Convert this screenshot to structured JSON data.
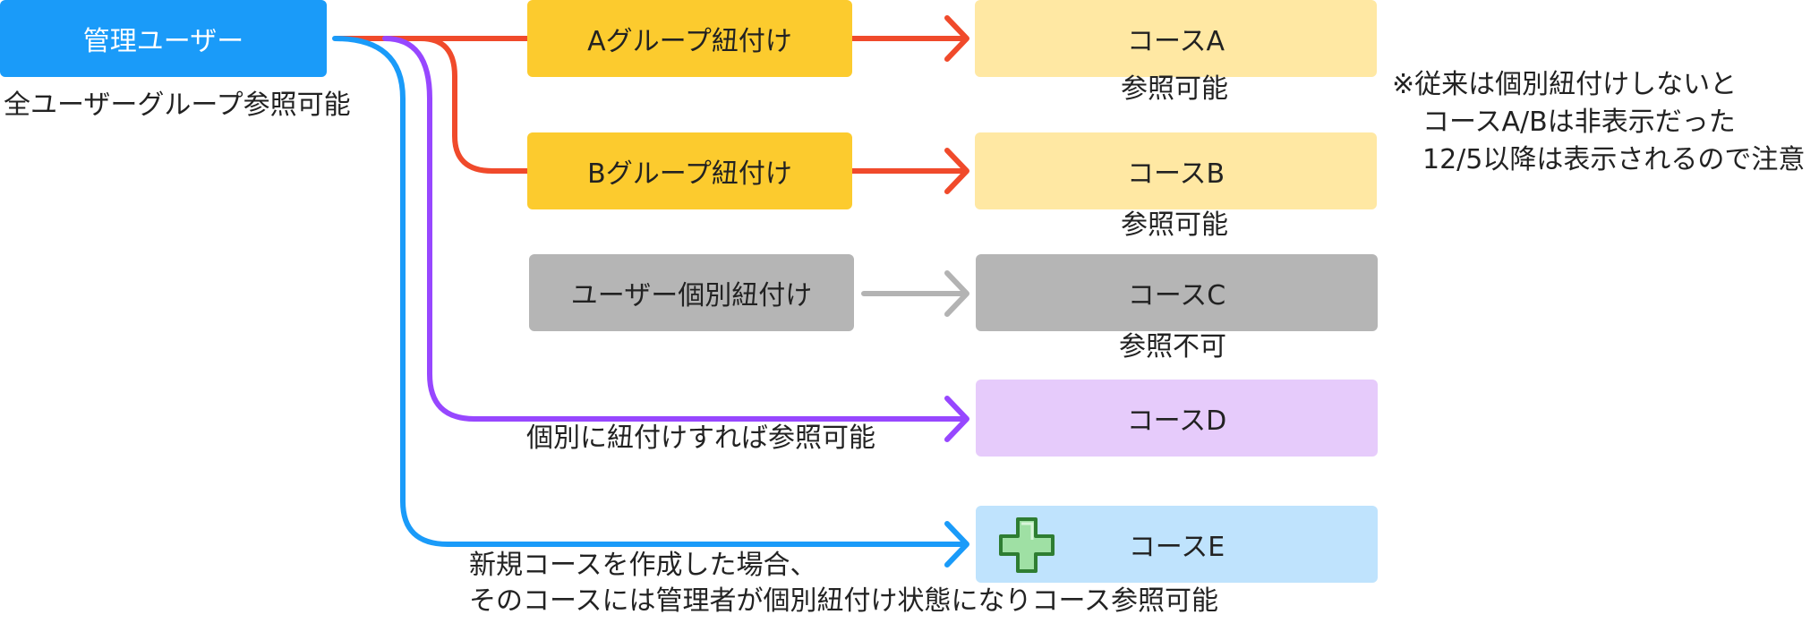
{
  "admin": {
    "label": "管理ユーザー",
    "caption": "全ユーザーグループ参照可能"
  },
  "groups": [
    {
      "label": "Aグループ紐付け"
    },
    {
      "label": "Bグループ紐付け"
    },
    {
      "label": "ユーザー個別紐付け"
    }
  ],
  "courses": [
    {
      "label": "コースA",
      "status": "参照可能"
    },
    {
      "label": "コースB",
      "status": "参照可能"
    },
    {
      "label": "コースC",
      "status": "参照不可"
    },
    {
      "label": "コースD"
    },
    {
      "label": "コースE"
    }
  ],
  "path_d_caption": "個別に紐付けすれば参照可能",
  "path_e_caption": [
    "新規コースを作成した場合、",
    "そのコースには管理者が個別紐付け状態になりコース参照可能"
  ],
  "note": [
    "※従来は個別紐付けしないと",
    "コースA/Bは非表示だった",
    "12/5以降は表示されるので注意"
  ],
  "icons": {
    "new_course": "plus-icon"
  },
  "colors": {
    "admin": "#1a9bf9",
    "group": "#fccb2e",
    "course_ab": "#ffe8a3",
    "user_box": "#b5b5b5",
    "course_d": "#e6cbfb",
    "course_e": "#bfe3fd",
    "line_red": "#f04a2b",
    "line_purple": "#9747ff",
    "line_blue": "#1a9bf9",
    "line_gray": "#b3b3b3",
    "plus_fill": "#9fe0a4",
    "plus_stroke": "#2e7d32"
  }
}
